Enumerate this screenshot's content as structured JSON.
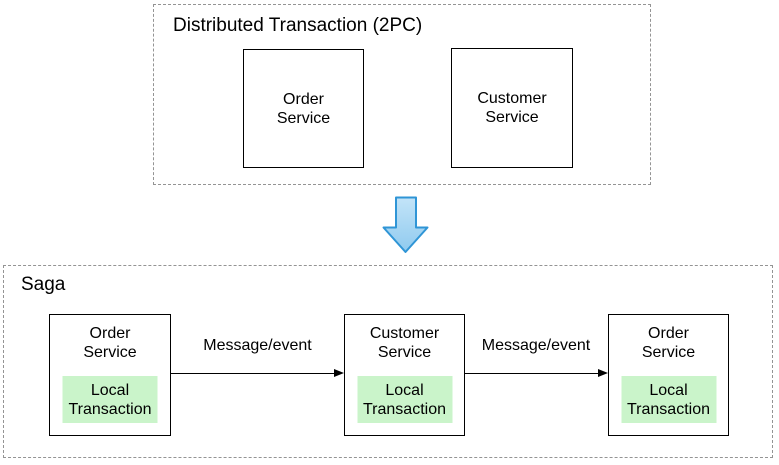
{
  "top_group": {
    "title": "Distributed Transaction (2PC)",
    "boxes": [
      {
        "label": "Order Service"
      },
      {
        "label": "Customer Service"
      }
    ]
  },
  "transition": {
    "icon": "down-arrow-icon"
  },
  "bottom_group": {
    "title": "Saga",
    "boxes": [
      {
        "label": "Order Service",
        "inner_label": "Local Transaction"
      },
      {
        "label": "Customer Service",
        "inner_label": "Local Transaction"
      },
      {
        "label": "Order Service",
        "inner_label": "Local Transaction"
      }
    ],
    "arrows": [
      {
        "label": "Message/event"
      },
      {
        "label": "Message/event"
      }
    ]
  },
  "colors": {
    "local_transaction_fill": "#caf4ca",
    "down_arrow_fill_top": "#c3e4f8",
    "down_arrow_fill_bottom": "#8fcaef",
    "down_arrow_border": "#2f95d6",
    "dashed_border": "#949494",
    "solid_border": "#000000",
    "background": "#ffffff",
    "text": "#000000"
  }
}
